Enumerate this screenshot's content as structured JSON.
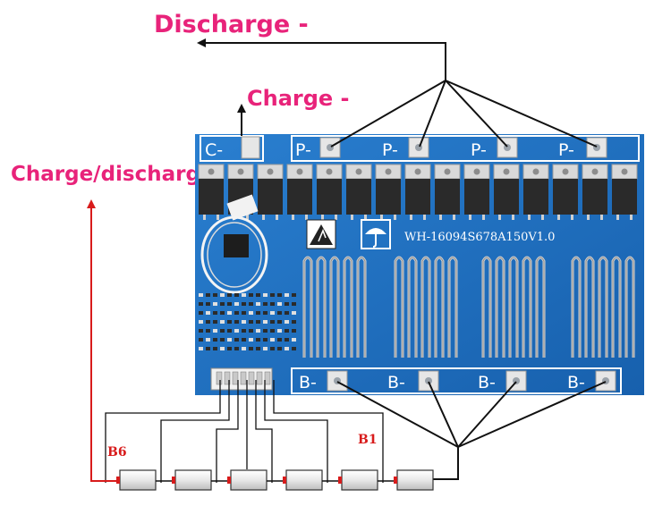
{
  "labels": {
    "discharge_neg": "Discharge -",
    "charge_neg": "Charge -",
    "charge_discharge_pos": "Charge/discharge +",
    "b6": "B6",
    "b1": "B1"
  },
  "board": {
    "model": "WH-16094S678A150V1.0",
    "c_pad": "C-",
    "p_pads": [
      "P-",
      "P-",
      "P-",
      "P-"
    ],
    "b_pads": [
      "B-",
      "B-",
      "B-",
      "B-"
    ]
  },
  "colors": {
    "pcb": "#1c6fc2",
    "pink_label": "#e8237a",
    "red_wire": "#d81b1b",
    "black_wire": "#111111"
  },
  "battery_count": 6
}
